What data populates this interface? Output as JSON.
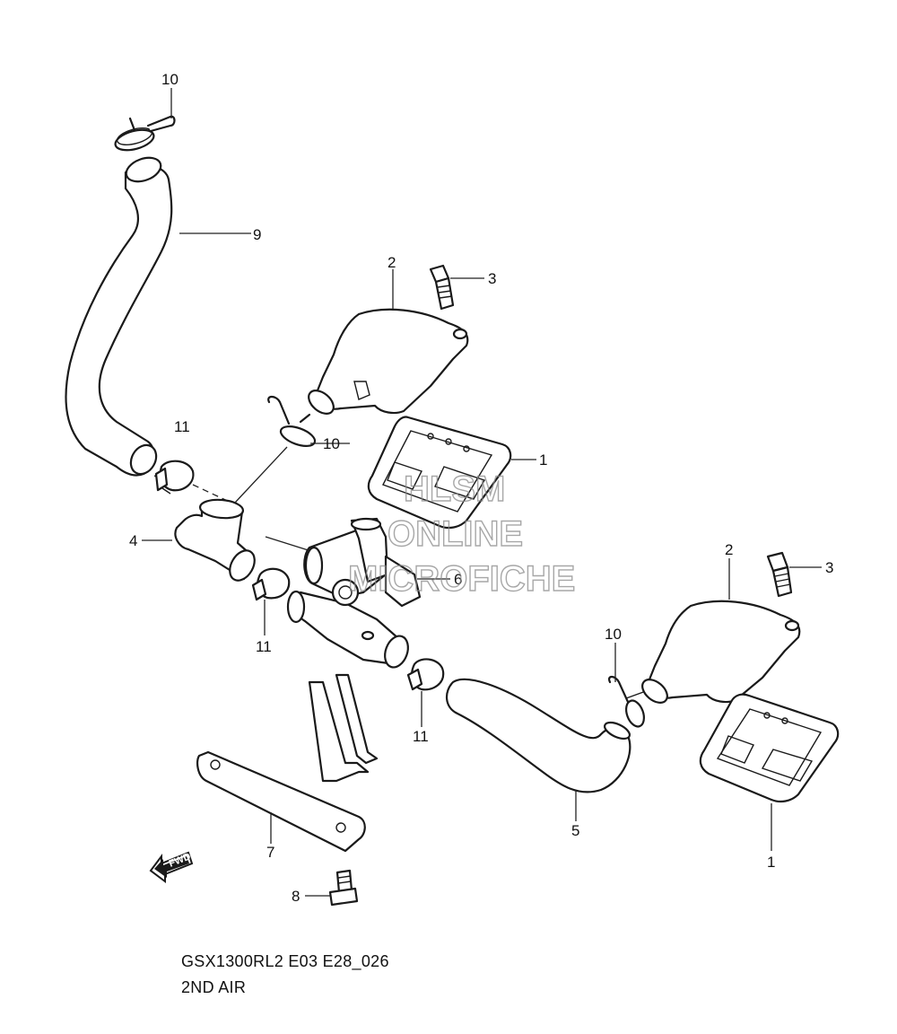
{
  "diagram": {
    "code": "GSX1300RL2 E03 E28_026",
    "title": "2ND AIR",
    "fwd_label": "FWD"
  },
  "watermark": {
    "line1": "HLSM",
    "line2": "ONLINE",
    "line3": "MICROFICHE"
  },
  "callouts": {
    "c1a": "1",
    "c1b": "1",
    "c2a": "2",
    "c2b": "2",
    "c3a": "3",
    "c3b": "3",
    "c4": "4",
    "c5": "5",
    "c6": "6",
    "c7": "7",
    "c8": "8",
    "c9": "9",
    "c10a": "10",
    "c10b": "10",
    "c10c": "10",
    "c11a": "11",
    "c11b": "11",
    "c11c": "11"
  }
}
